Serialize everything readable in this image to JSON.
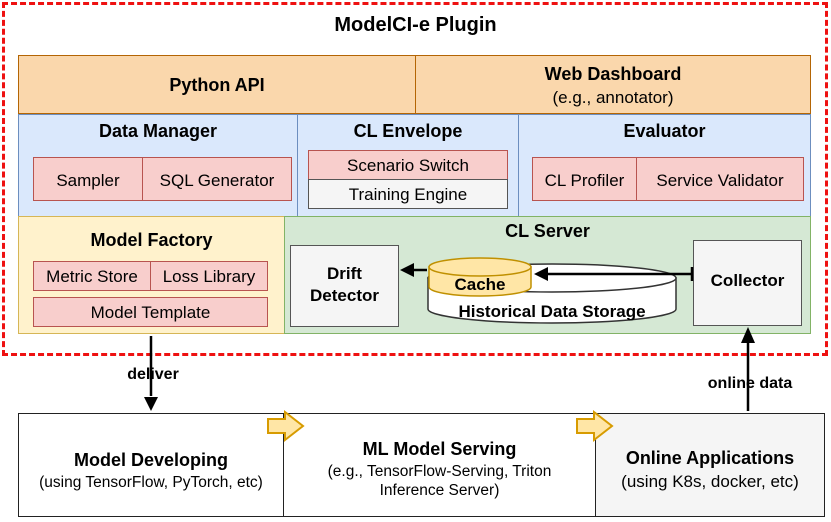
{
  "plugin_title": "ModelCI-e Plugin",
  "python_api": "Python API",
  "web_dashboard": {
    "title": "Web Dashboard",
    "subtitle": "(e.g., annotator)"
  },
  "data_manager": {
    "title": "Data Manager",
    "items": [
      "Sampler",
      "SQL Generator"
    ]
  },
  "cl_envelope": {
    "title": "CL Envelope",
    "items": [
      "Scenario Switch",
      "Training Engine"
    ]
  },
  "evaluator": {
    "title": "Evaluator",
    "items": [
      "CL Profiler",
      "Service Validator"
    ]
  },
  "model_factory": {
    "title": "Model Factory",
    "items": [
      "Metric Store",
      "Loss Library",
      "Model Template"
    ]
  },
  "cl_server": {
    "title": "CL Server",
    "drift_detector": [
      "Drift",
      "Detector"
    ],
    "cache": "Cache",
    "historical": "Historical Data Storage",
    "collector": "Collector"
  },
  "arrows": {
    "deliver": "deliver",
    "online_data": "online data"
  },
  "bottom": {
    "developing": {
      "title": "Model Developing",
      "subtitle": "(using TensorFlow, PyTorch, etc)"
    },
    "serving": {
      "title": "ML Model Serving",
      "subtitle_1": "(e.g., TensorFlow-Serving, Triton",
      "subtitle_2": "Inference Server)"
    },
    "online": {
      "title": "Online Applications",
      "subtitle": "(using K8s, docker, etc)"
    }
  },
  "colors": {
    "dashed_border": "#ee1111",
    "orange": "#fad7ac",
    "blue": "#dae8fc",
    "yellow": "#fff2cc",
    "green": "#d5e8d4",
    "pink": "#f8cecc",
    "grey": "#f5f5f5"
  }
}
